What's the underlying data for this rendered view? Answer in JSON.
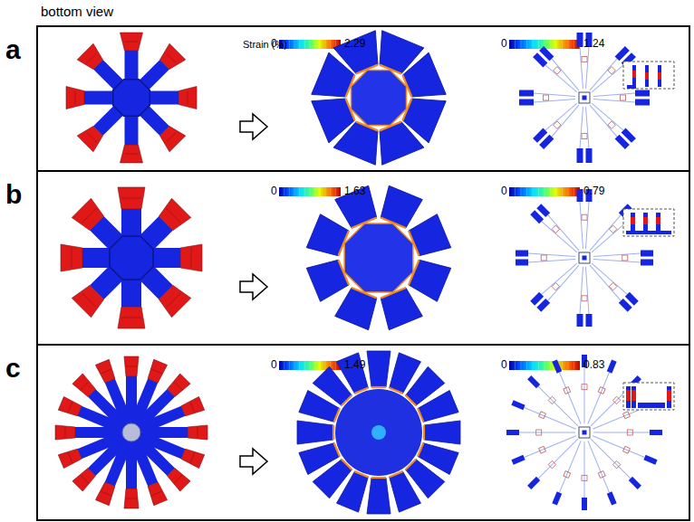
{
  "diagram": {
    "nodes": [
      {
        "text": [
          "a"
        ]
      },
      {
        "text": [
          "b"
        ]
      },
      {
        "text": [
          "c"
        ]
      }
    ],
    "labels": [
      "bottom view",
      "Strain (%)",
      "0",
      "2.29",
      "0",
      "1.24",
      "0",
      "1.63",
      "0",
      "0.79",
      "0",
      "1.49",
      "0",
      "0.83"
    ]
  }
}
